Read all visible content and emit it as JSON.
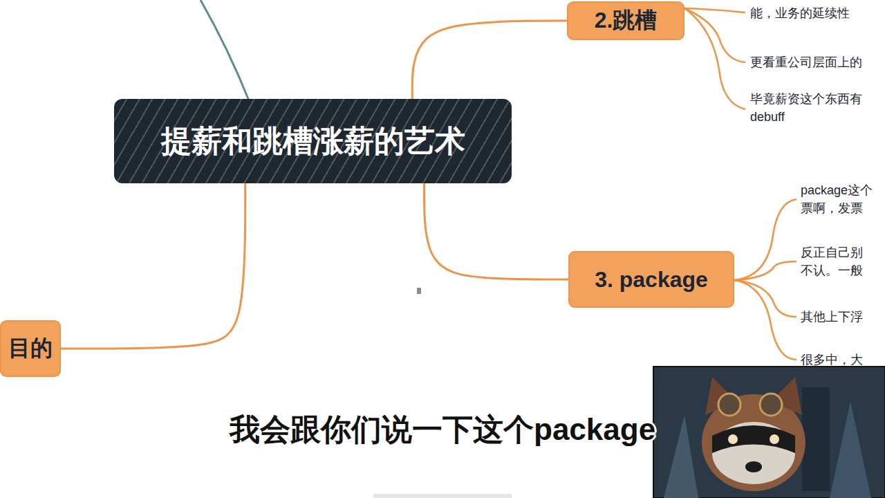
{
  "diagram": {
    "caption": "我会跟你们说一下这个package",
    "nodes": [
      {
        "text": [
          "提薪和跳槽涨薪的艺术"
        ]
      },
      {
        "text": [
          "2.跳槽"
        ]
      },
      {
        "text": [
          "3. package"
        ]
      },
      {
        "text": [
          "目的"
        ]
      }
    ],
    "edges": [
      {
        "from": 0,
        "to": 1,
        "arrow": "none"
      },
      {
        "from": 0,
        "to": 2,
        "arrow": "none"
      },
      {
        "from": 0,
        "to": 3,
        "arrow": "none"
      }
    ],
    "labels": [
      "能，业务的延续性",
      "更看重公司层面上的",
      "毕竟薪资这个东西有 debuff",
      "package这个 票啊，发票",
      "反正自己别 不认。一般",
      "其他上下浮",
      "很多中，大"
    ]
  }
}
